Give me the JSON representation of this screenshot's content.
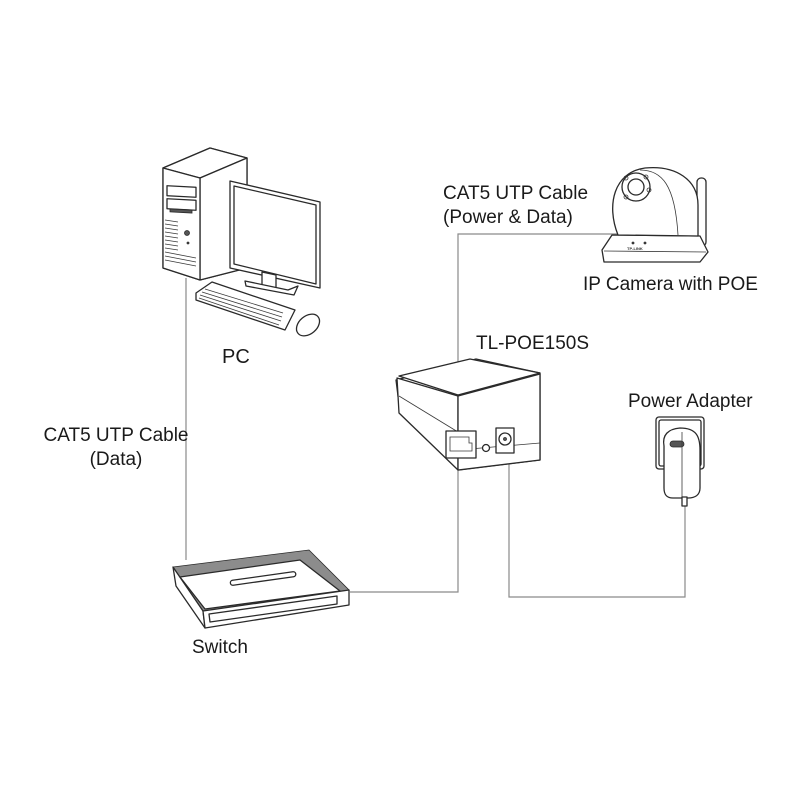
{
  "diagram": {
    "nodes": {
      "pc": {
        "label": "PC"
      },
      "switch": {
        "label": "Switch"
      },
      "injector": {
        "label": "TL-POE150S"
      },
      "camera": {
        "label": "IP Camera with POE",
        "logo_text": "TP-LINK"
      },
      "adapter": {
        "label": "Power Adapter"
      }
    },
    "links": {
      "data_cable": {
        "line1": "CAT5 UTP Cable",
        "line2": "(Data)"
      },
      "poe_cable": {
        "line1": "CAT5 UTP Cable",
        "line2": "(Power & Data)"
      }
    },
    "colors": {
      "ink": "#2a2a2a",
      "wire": "#8a8a8a",
      "background": "#ffffff"
    }
  }
}
